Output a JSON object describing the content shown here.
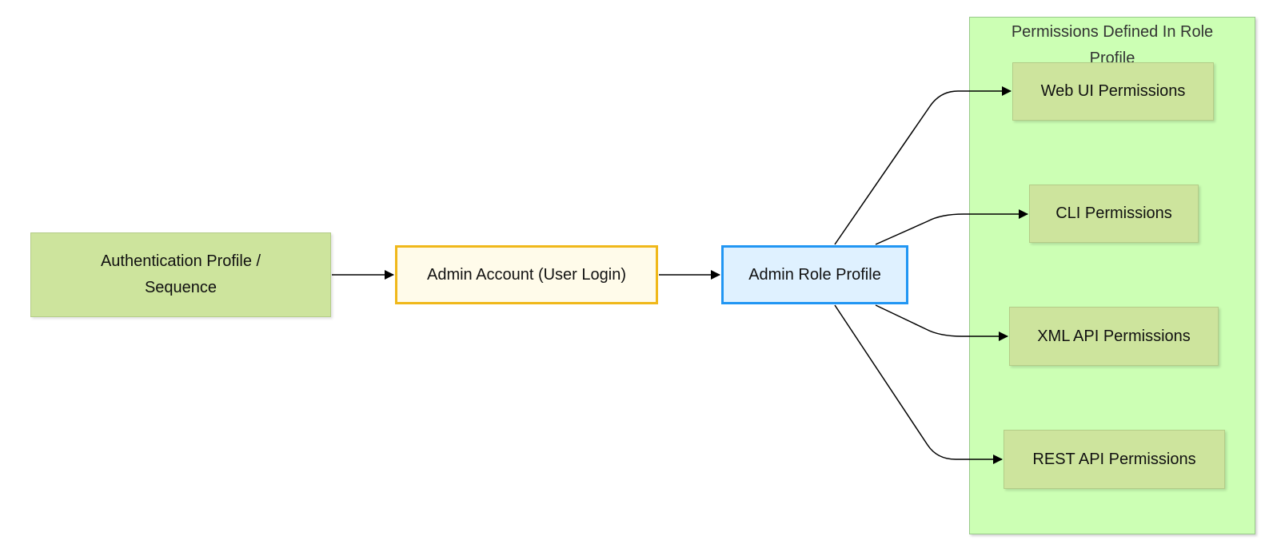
{
  "diagram": {
    "group": {
      "title": "Permissions Defined In Role Profile"
    },
    "nodes": {
      "auth_profile": "Authentication Profile / Sequence",
      "admin_account": "Admin Account (User Login)",
      "admin_role": "Admin Role Profile",
      "web_ui": "Web UI Permissions",
      "cli": "CLI Permissions",
      "xml_api": "XML API Permissions",
      "rest_api": "REST API Permissions"
    },
    "edges": [
      {
        "from": "auth_profile",
        "to": "admin_account"
      },
      {
        "from": "admin_account",
        "to": "admin_role"
      },
      {
        "from": "admin_role",
        "to": "web_ui"
      },
      {
        "from": "admin_role",
        "to": "cli"
      },
      {
        "from": "admin_role",
        "to": "xml_api"
      },
      {
        "from": "admin_role",
        "to": "rest_api"
      }
    ],
    "colors": {
      "group_fill": "#ccffb4",
      "node_fill": "#cde49d",
      "account_fill": "#fffbea",
      "account_border": "#f0b81a",
      "role_fill": "#dff1ff",
      "role_border": "#2196f3",
      "edge": "#000000"
    }
  }
}
